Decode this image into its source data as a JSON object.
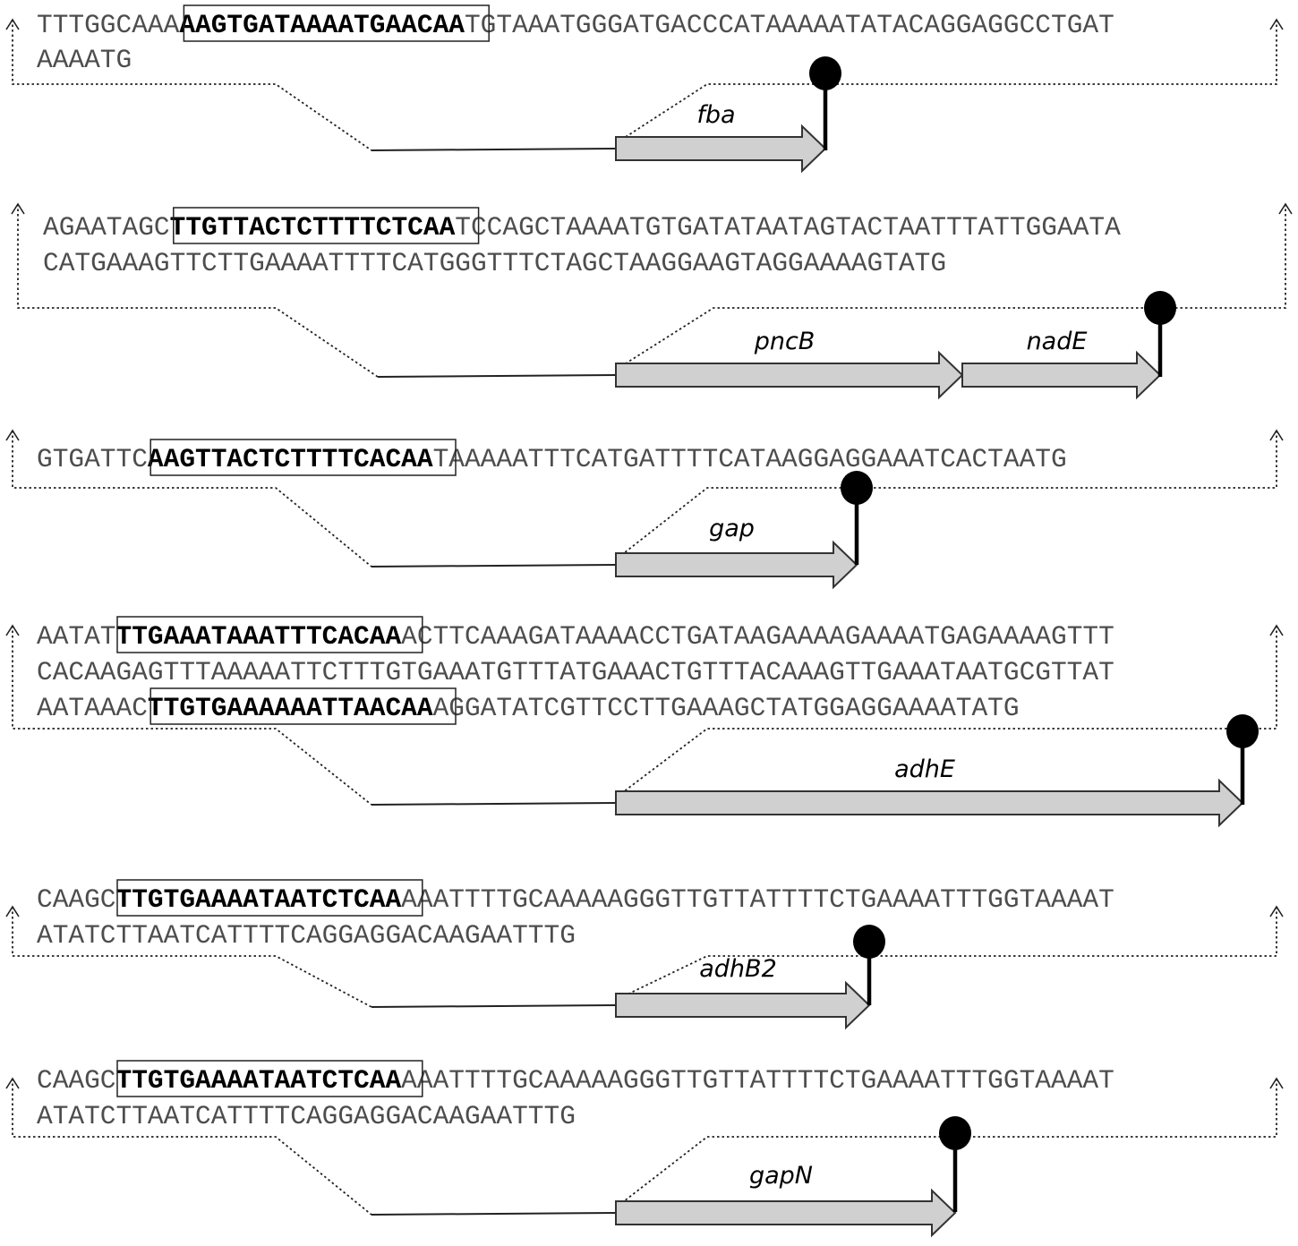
{
  "colors": {
    "arrow_fill": "#d0d0d0",
    "arrow_stroke": "#333333",
    "sequence_text": "#4d4d4d",
    "motif_text": "#000000"
  },
  "panels": [
    {
      "genes": [
        "fba"
      ],
      "lines": [
        [
          {
            "t": "TTTGGCAAA"
          },
          {
            "t": "AAGTGATAAAATGAACAA",
            "box": true
          },
          {
            "t": "TGTAAATGGGATGACCCATAAAAATATACAGGAGGCCTGAT"
          }
        ],
        [
          {
            "t": "AAAATG"
          }
        ]
      ]
    },
    {
      "genes": [
        "pncB",
        "nadE"
      ],
      "lines": [
        [
          {
            "t": "AGAATAGC"
          },
          {
            "t": "TTGTTACTCTTTTCTCAA",
            "box": true
          },
          {
            "t": "TCCAGCTAAAATGTGATATAATAGTACTAATTTATTGGAATA"
          }
        ],
        [
          {
            "t": "CATGAAAGTTCTTGAAAATTTTCATGGGTTTCTAGCTAAGGAAGTAGGAAAAGTATG"
          }
        ]
      ]
    },
    {
      "genes": [
        "gap"
      ],
      "lines": [
        [
          {
            "t": "GTGATTC"
          },
          {
            "t": "AAGTTACTCTTTTCACAA",
            "box": true
          },
          {
            "t": "TAAAAATTTCATGATTTTCATAAGGAGGAAATCACTAATG"
          }
        ]
      ]
    },
    {
      "genes": [
        "adhE"
      ],
      "lines": [
        [
          {
            "t": "AATAT"
          },
          {
            "t": "TTGAAATAAATTTCACAA",
            "box": true
          },
          {
            "t": "ACTTCAAAGATAAAACCTGATAAGAAAAGAAAATGAGAAAAGTTT"
          }
        ],
        [
          {
            "t": "CACAAGAGTTTAAAAATTCTTTGTGAAATGTTTATGAAACTGTTTACAAAGTTGAAATAATGCGTTAT"
          }
        ],
        [
          {
            "t": "AATAAAC"
          },
          {
            "t": "TTGTGAAAAAATTAACAA",
            "box": true
          },
          {
            "t": "AGGATATCGTTCCTTGAAAGCTATGGAGGAAAATATG"
          }
        ]
      ]
    },
    {
      "genes": [
        "adhB2"
      ],
      "lines": [
        [
          {
            "t": "CAAGC"
          },
          {
            "t": "TTGTGAAAATAATCTCAA",
            "box": true
          },
          {
            "t": "AAATTTTGCAAAAAGGGTTGTTATTTTCTGAAAATTTGGTAAAAT"
          }
        ],
        [
          {
            "t": "ATATCTTAATCATTTTCAGGAGGACAAGAATTTG"
          }
        ]
      ]
    },
    {
      "genes": [
        "gapN"
      ],
      "lines": [
        [
          {
            "t": "CAAGC"
          },
          {
            "t": "TTGTGAAAATAATCTCAA",
            "box": true
          },
          {
            "t": "AAATTTTGCAAAAAGGGTTGTTATTTTCTGAAAATTTGGTAAAAT"
          }
        ],
        [
          {
            "t": "ATATCTTAATCATTTTCAGGAGGACAAGAATTTG"
          }
        ]
      ]
    }
  ]
}
